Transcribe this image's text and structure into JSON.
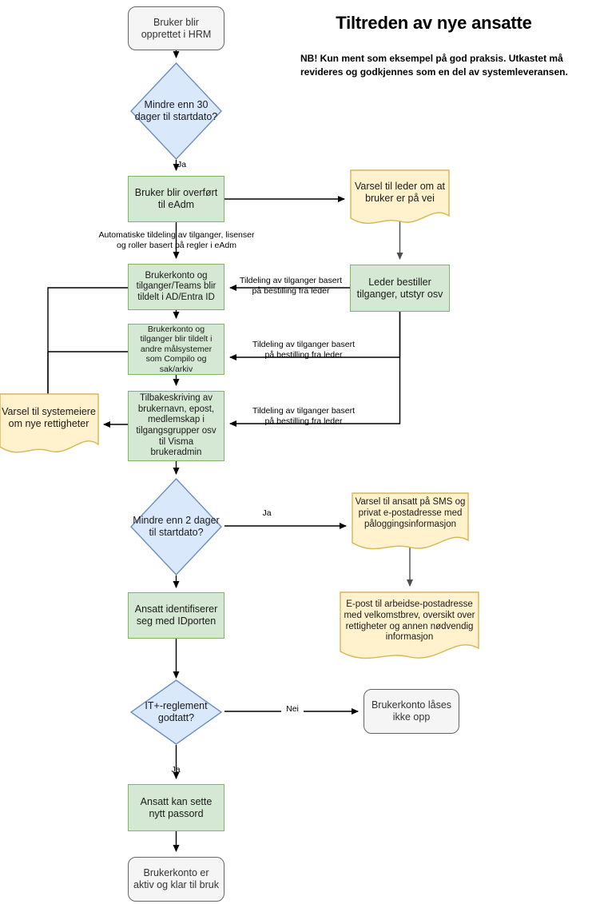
{
  "header": {
    "title": "Tiltreden av nye ansatte",
    "subtitle": "NB! Kun ment som eksempel på god praksis. Utkastet må revideres og godkjennes som en del av systemleveransen."
  },
  "palette": {
    "process_fill": "#d5e8d4",
    "process_stroke": "#82b366",
    "decision_fill": "#dae8fc",
    "decision_stroke": "#6c8ebf",
    "note_fill": "#fff2cc",
    "note_stroke": "#d6b656",
    "terminator_fill": "#f5f5f5",
    "terminator_stroke": "#666666",
    "edge_stroke": "#000000"
  },
  "nodes": {
    "start": {
      "label": "Bruker blir opprettet i HRM",
      "type": "terminator"
    },
    "d30": {
      "label": "Mindre enn 30 dager til startdato?",
      "type": "decision"
    },
    "eadm": {
      "label": "Bruker blir overført til eAdm",
      "type": "process"
    },
    "note_leder": {
      "label": "Varsel til leder om at bruker er på vei",
      "type": "note"
    },
    "ad_entra": {
      "label": "Brukerkonto og tilganger/Teams blir tildelt i AD/Entra ID",
      "type": "process"
    },
    "leder_bestiller": {
      "label": "Leder bestiller tilganger, utstyr osv",
      "type": "process"
    },
    "andre_maal": {
      "label": "Brukerkonto og tilganger blir tildelt i andre målsystemer som Compilo og sak/arkiv",
      "type": "process"
    },
    "tilbakeskriving": {
      "label": "Tilbakeskriving av brukernavn, epost, medlemskap i tilgangsgrupper osv til Visma brukeradmin",
      "type": "process"
    },
    "note_systemeiere": {
      "label": "Varsel til systemeiere om nye rettigheter",
      "type": "note"
    },
    "d2": {
      "label": "Mindre enn 2 dager til startdato?",
      "type": "decision"
    },
    "note_sms": {
      "label": "Varsel til ansatt på SMS og privat e-postadresse med påloggingsinformasjon",
      "type": "note"
    },
    "note_epost": {
      "label": "E-post til arbeidse-postadresse med velkomstbrev, oversikt over rettigheter og annen nødvendig informasjon",
      "type": "note"
    },
    "idporten": {
      "label": "Ansatt identifiserer seg med IDporten",
      "type": "process"
    },
    "d_reglement": {
      "label": "IT+-reglement godtatt?",
      "type": "decision"
    },
    "laases_ikke": {
      "label": "Brukerkonto låses ikke opp",
      "type": "terminator"
    },
    "nytt_passord": {
      "label": "Ansatt kan sette nytt passord",
      "type": "process"
    },
    "aktiv": {
      "label": "Brukerkonto er aktiv og klar til bruk",
      "type": "terminator"
    }
  },
  "edge_labels": {
    "ja_30": "Ja",
    "auto_tildeling": "Automatiske tildeling av tilganger, lisenser\nog roller basert på regler i eAdm",
    "bestilling_1": "Tildeling av tilganger basert\npå bestilling fra leder",
    "bestilling_2": "Tildeling av tilganger basert\npå bestilling fra leder",
    "bestilling_3": "Tildeling av tilganger basert\npå bestilling fra leder",
    "ja_2": "Ja",
    "nei_reglement": "Nei",
    "ja_reglement": "Ja"
  }
}
